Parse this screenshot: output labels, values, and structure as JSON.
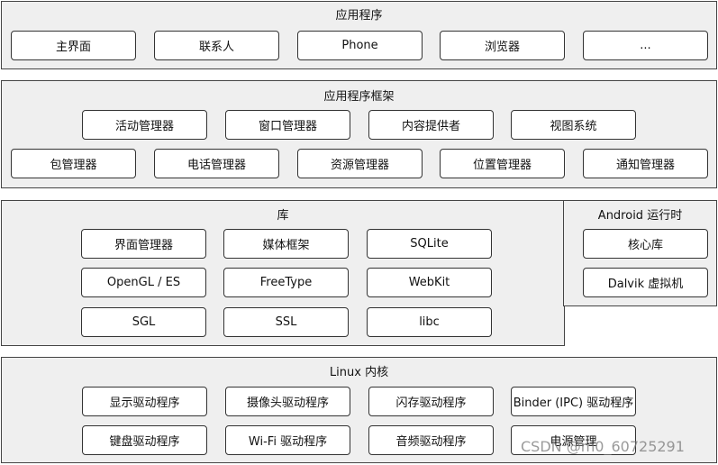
{
  "applications": {
    "title": "应用程序",
    "items": [
      "主界面",
      "联系人",
      "Phone",
      "浏览器",
      "..."
    ]
  },
  "framework": {
    "title": "应用程序框架",
    "row1": [
      "活动管理器",
      "窗口管理器",
      "内容提供者",
      "视图系统"
    ],
    "row2": [
      "包管理器",
      "电话管理器",
      "资源管理器",
      "位置管理器",
      "通知管理器"
    ]
  },
  "libraries": {
    "title": "库",
    "items": [
      "界面管理器",
      "媒体框架",
      "SQLite",
      "OpenGL / ES",
      "FreeType",
      "WebKit",
      "SGL",
      "SSL",
      "libc"
    ]
  },
  "runtime": {
    "title": "Android 运行时",
    "items": [
      "核心库",
      "Dalvik 虚拟机"
    ]
  },
  "kernel": {
    "title": "Linux 内核",
    "items": [
      "显示驱动程序",
      "摄像头驱动程序",
      "闪存驱动程序",
      "Binder (IPC) 驱动程序",
      "键盘驱动程序",
      "Wi-Fi 驱动程序",
      "音频驱动程序",
      "电源管理"
    ]
  },
  "watermark": "CSDN @m0_60725291"
}
